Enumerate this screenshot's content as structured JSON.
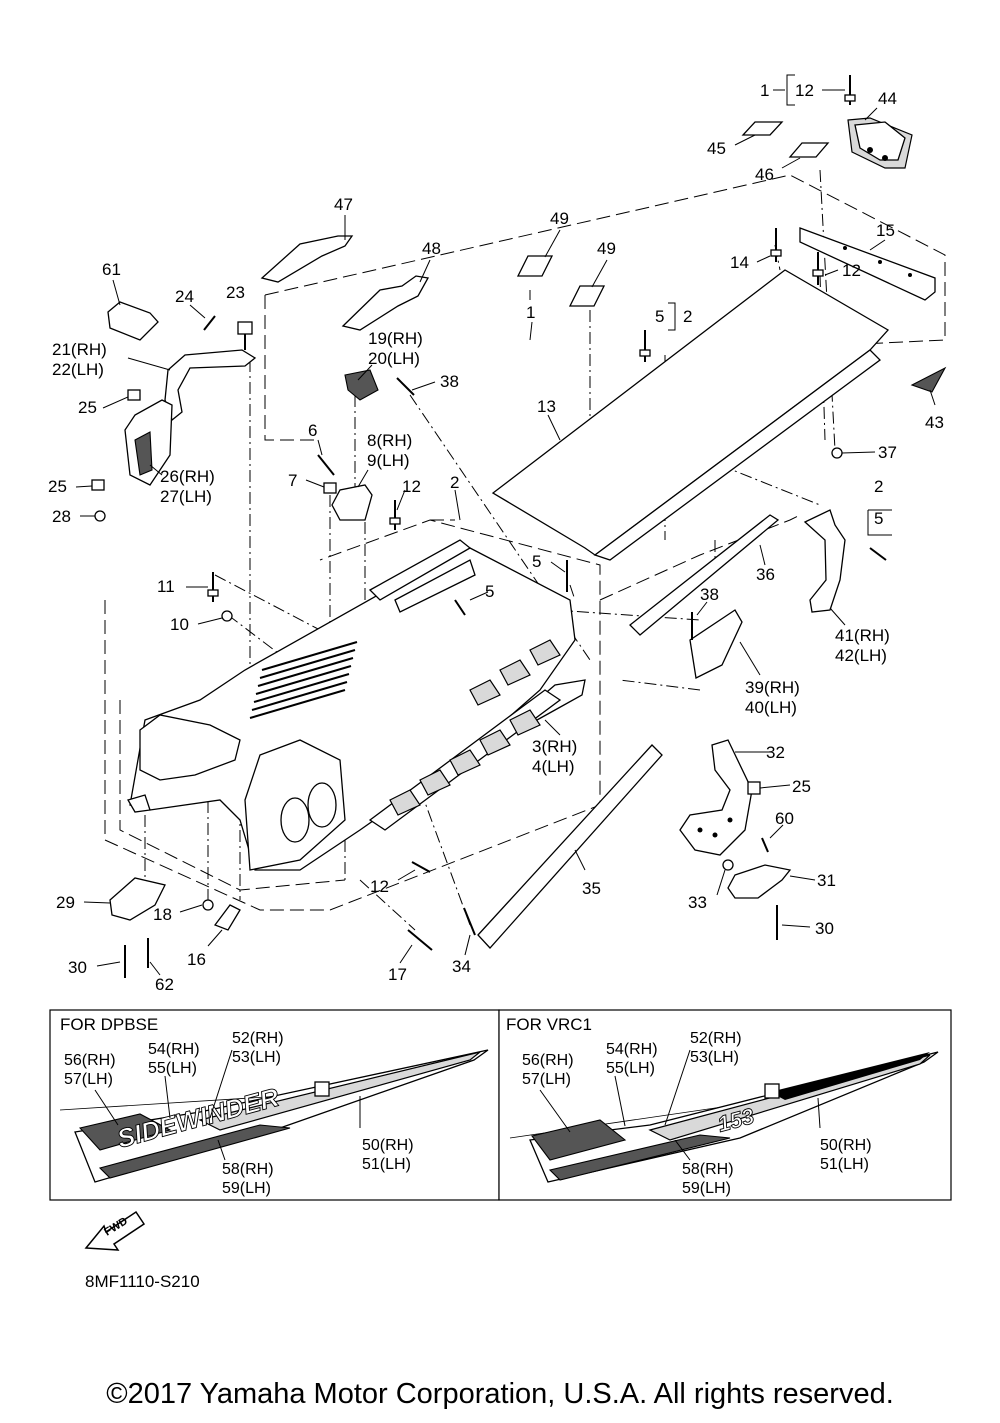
{
  "callouts": [
    {
      "id": "c1",
      "text": "1"
    },
    {
      "id": "c12a",
      "text": "12"
    },
    {
      "id": "c44",
      "text": "44"
    },
    {
      "id": "c45",
      "text": "45"
    },
    {
      "id": "c46",
      "text": "46"
    },
    {
      "id": "c47",
      "text": "47"
    },
    {
      "id": "c48",
      "text": "48"
    },
    {
      "id": "c49a",
      "text": "49"
    },
    {
      "id": "c49b",
      "text": "49"
    },
    {
      "id": "c15",
      "text": "15"
    },
    {
      "id": "c14",
      "text": "14"
    },
    {
      "id": "c12b",
      "text": "12"
    },
    {
      "id": "c61",
      "text": "61"
    },
    {
      "id": "c24",
      "text": "24"
    },
    {
      "id": "c23",
      "text": "23"
    },
    {
      "id": "c21",
      "text": "21(RH)"
    },
    {
      "id": "c22",
      "text": "22(LH)"
    },
    {
      "id": "c19",
      "text": "19(RH)"
    },
    {
      "id": "c20",
      "text": "20(LH)"
    },
    {
      "id": "c1b",
      "text": "1"
    },
    {
      "id": "c5a",
      "text": "5"
    },
    {
      "id": "c2a",
      "text": "2"
    },
    {
      "id": "c43",
      "text": "43"
    },
    {
      "id": "c38a",
      "text": "38"
    },
    {
      "id": "c25a",
      "text": "25"
    },
    {
      "id": "c13",
      "text": "13"
    },
    {
      "id": "c6",
      "text": "6"
    },
    {
      "id": "c8",
      "text": "8(RH)"
    },
    {
      "id": "c9",
      "text": "9(LH)"
    },
    {
      "id": "c37",
      "text": "37"
    },
    {
      "id": "c26",
      "text": "26(RH)"
    },
    {
      "id": "c27",
      "text": "27(LH)"
    },
    {
      "id": "c25b",
      "text": "25"
    },
    {
      "id": "c7",
      "text": "7"
    },
    {
      "id": "c12c",
      "text": "12"
    },
    {
      "id": "c2b",
      "text": "2"
    },
    {
      "id": "c2c",
      "text": "2"
    },
    {
      "id": "c5b",
      "text": "5"
    },
    {
      "id": "c28",
      "text": "28"
    },
    {
      "id": "c5c",
      "text": "5"
    },
    {
      "id": "c36",
      "text": "36"
    },
    {
      "id": "c11",
      "text": "11"
    },
    {
      "id": "c5d",
      "text": "5"
    },
    {
      "id": "c10",
      "text": "10"
    },
    {
      "id": "c38b",
      "text": "38"
    },
    {
      "id": "c41",
      "text": "41(RH)"
    },
    {
      "id": "c42",
      "text": "42(LH)"
    },
    {
      "id": "c39",
      "text": "39(RH)"
    },
    {
      "id": "c40",
      "text": "40(LH)"
    },
    {
      "id": "c3",
      "text": "3(RH)"
    },
    {
      "id": "c4",
      "text": "4(LH)"
    },
    {
      "id": "c32",
      "text": "32"
    },
    {
      "id": "c25c",
      "text": "25"
    },
    {
      "id": "c60",
      "text": "60"
    },
    {
      "id": "c31",
      "text": "31"
    },
    {
      "id": "c35",
      "text": "35"
    },
    {
      "id": "c12d",
      "text": "12"
    },
    {
      "id": "c33",
      "text": "33"
    },
    {
      "id": "c29",
      "text": "29"
    },
    {
      "id": "c18",
      "text": "18"
    },
    {
      "id": "c30a",
      "text": "30"
    },
    {
      "id": "c16",
      "text": "16"
    },
    {
      "id": "c30b",
      "text": "30"
    },
    {
      "id": "c62",
      "text": "62"
    },
    {
      "id": "c17",
      "text": "17"
    },
    {
      "id": "c34",
      "text": "34"
    }
  ],
  "decal_boxes": [
    {
      "title": "FOR DPBSE",
      "labels": [
        "56(RH)",
        "57(LH)",
        "54(RH)",
        "55(LH)",
        "52(RH)",
        "53(LH)",
        "50(RH)",
        "51(LH)",
        "58(RH)",
        "59(LH)"
      ]
    },
    {
      "title": "FOR VRC1",
      "labels": [
        "56(RH)",
        "57(LH)",
        "54(RH)",
        "55(LH)",
        "52(RH)",
        "53(LH)",
        "50(RH)",
        "51(LH)",
        "58(RH)",
        "59(LH)"
      ]
    }
  ],
  "decal_text": {
    "dpbse": "SIDEWINDER",
    "vrc1": "153"
  },
  "fwd_label": "FWD",
  "diagram_code": "8MF1110-S210",
  "copyright": "©2017 Yamaha Motor Corporation, U.S.A. All rights reserved."
}
